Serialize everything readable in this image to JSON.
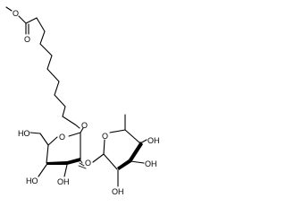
{
  "molecule": {
    "atom_labels": {
      "methoxy_o": "O",
      "carbonyl_o": "O",
      "glycosidic_o_chain": "O",
      "ring_o_galactose": "O",
      "ch2oh": "HO",
      "gal_oh_4": "HO",
      "gal_oh_3": "OH",
      "glycosidic_o_link": "O",
      "ring_o_fucose": "O",
      "fuc_oh_top": "OH",
      "fuc_oh_mid": "OH",
      "fuc_oh_bottom": "OH"
    }
  }
}
